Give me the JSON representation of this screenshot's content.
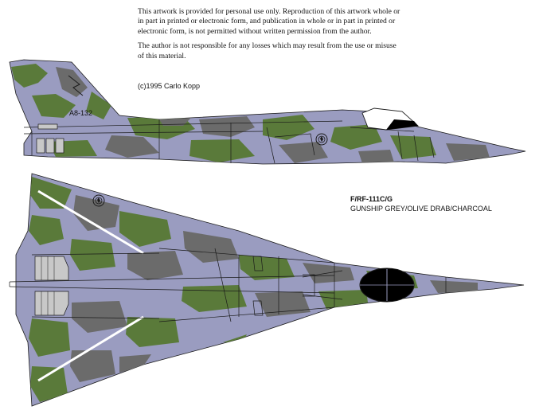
{
  "notice": {
    "usage": "This artwork is provided for personal use only. Reproduction of this artwork whole or in part in printed or electronic form, and publication in whole or in part in printed or electronic form, is not permitted without written permission from the author.",
    "liability": "The author is not responsible for any losses which may result from the use or misuse of this material."
  },
  "credit": "(c)1995 Carlo Kopp",
  "aircraft": {
    "serial": "A8-132",
    "variant": "F/RF-111C/G",
    "scheme": "GUNSHIP GREY/OLIVE DRAB/CHARCOAL"
  },
  "colors": {
    "grey": "#9a9cc0",
    "olive": "#5a7a3a",
    "charcoal": "#6b6b6b",
    "outline": "#1a1a1a",
    "canopy": "#000000",
    "exhaust": "#c8c8c8"
  }
}
